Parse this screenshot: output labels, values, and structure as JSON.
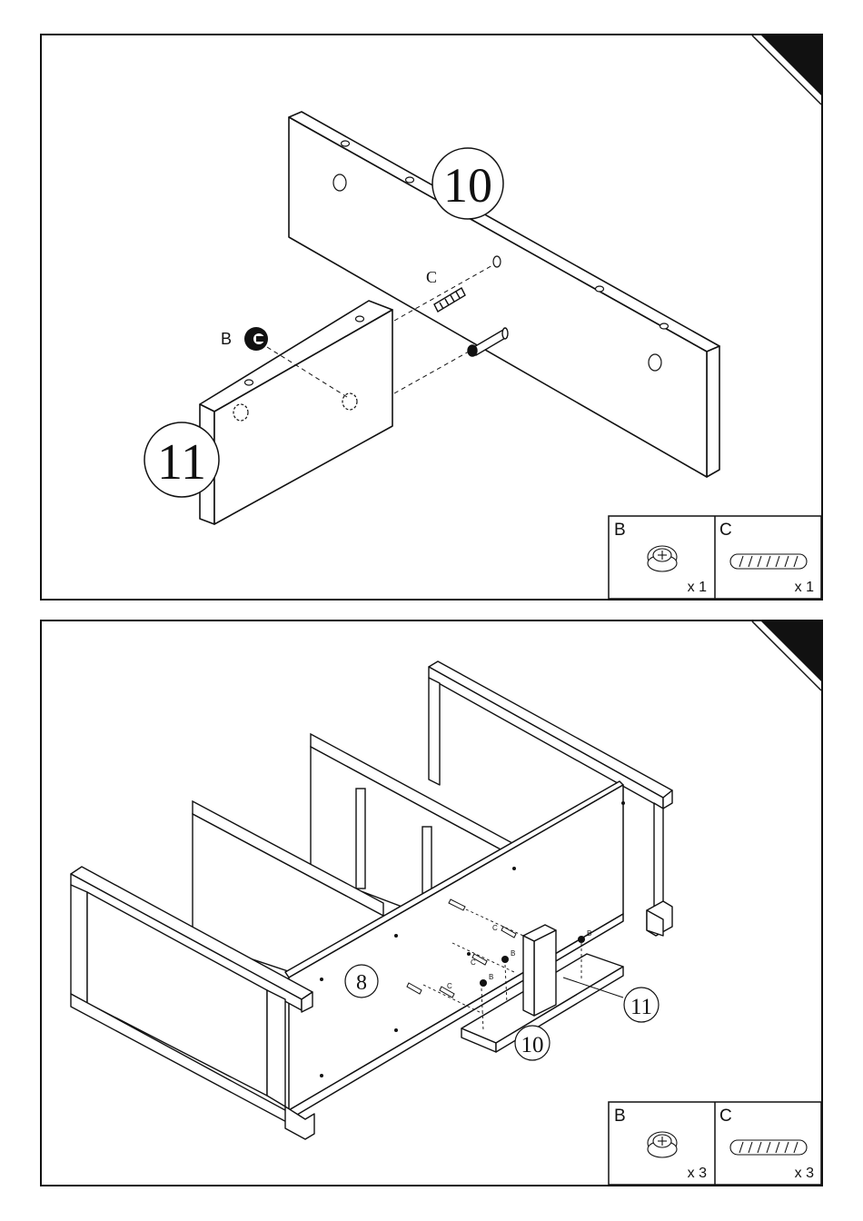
{
  "steps": [
    {
      "callouts": {
        "part_a": "10",
        "part_b": "11",
        "hw_b": "B",
        "hw_c": "C"
      },
      "hardware": [
        {
          "label": "B",
          "icon": "cam-lock-icon",
          "qty": "x 1"
        },
        {
          "label": "C",
          "icon": "wood-dowel-icon",
          "qty": "x 1"
        }
      ]
    },
    {
      "callouts": {
        "part_main": "8",
        "part_a": "10",
        "part_b": "11",
        "hw_b_1": "B",
        "hw_b_2": "B",
        "hw_b_3": "B",
        "hw_c_1": "C",
        "hw_c_2": "C",
        "hw_c_3": "C"
      },
      "hardware": [
        {
          "label": "B",
          "icon": "cam-lock-icon",
          "qty": "x 3"
        },
        {
          "label": "C",
          "icon": "wood-dowel-icon",
          "qty": "x 3"
        }
      ]
    }
  ],
  "colors": {
    "ink": "#111111",
    "paper": "#ffffff",
    "shade": "#d9d9d9"
  }
}
